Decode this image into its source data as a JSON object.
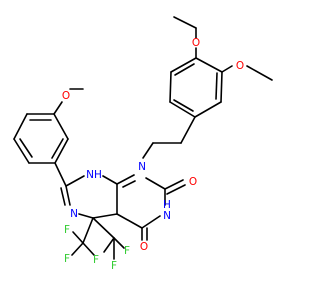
{
  "colors": {
    "bond": "#000000",
    "carbon": "#000000",
    "oxygen": "#ff0000",
    "nitrogen": "#0000ff",
    "fluorine": "#33cc33",
    "background": "#ffffff"
  },
  "atoms": {
    "o_methoxy_top": "O",
    "o_methoxy_right": "O",
    "o_methoxy_left": "O",
    "n1_ethyl": "N",
    "n_nh_ring": "NH",
    "n_h_label": "H",
    "n_imine": "N",
    "n_nh_bottom": "N",
    "n_nh_bottom_h": "H",
    "o_carbonyl_right": "O",
    "o_carbonyl_bottom": "O",
    "cf3_left_f1": "F",
    "cf3_left_f2": "F",
    "cf3_left_f3": "F",
    "cf3_right_f1": "F",
    "cf3_right_f2": "F",
    "cf3_right_f3": "F"
  }
}
